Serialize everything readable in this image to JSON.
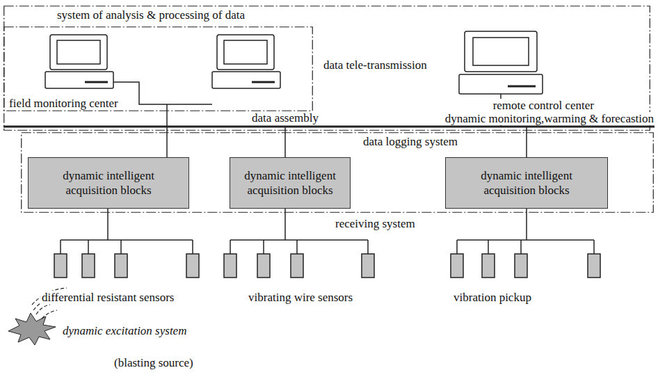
{
  "diagram": {
    "nodes": [
      {
        "text": [
          "system of analysis & processing of data"
        ]
      },
      {
        "text": [
          "field monitoring center"
        ],
        "in": 0
      },
      {
        "text": [
          "data logging system"
        ]
      },
      {
        "text": [
          "dynamic intelligent acquisition blocks"
        ],
        "in": 2
      },
      {
        "text": [
          "dynamic intelligent acquisition blocks"
        ],
        "in": 2
      },
      {
        "text": [
          "dynamic intelligent acquisition blocks"
        ],
        "in": 2
      }
    ],
    "labels": [
      "data tele-transmission",
      "remote control center",
      "dynamic monitoring,warming & forecastion",
      "data assembly",
      "receiving system",
      "differential resistant sensors",
      "vibrating wire sensors",
      "vibration pickup",
      "dynamic excitation system",
      "(blasting source)"
    ]
  }
}
